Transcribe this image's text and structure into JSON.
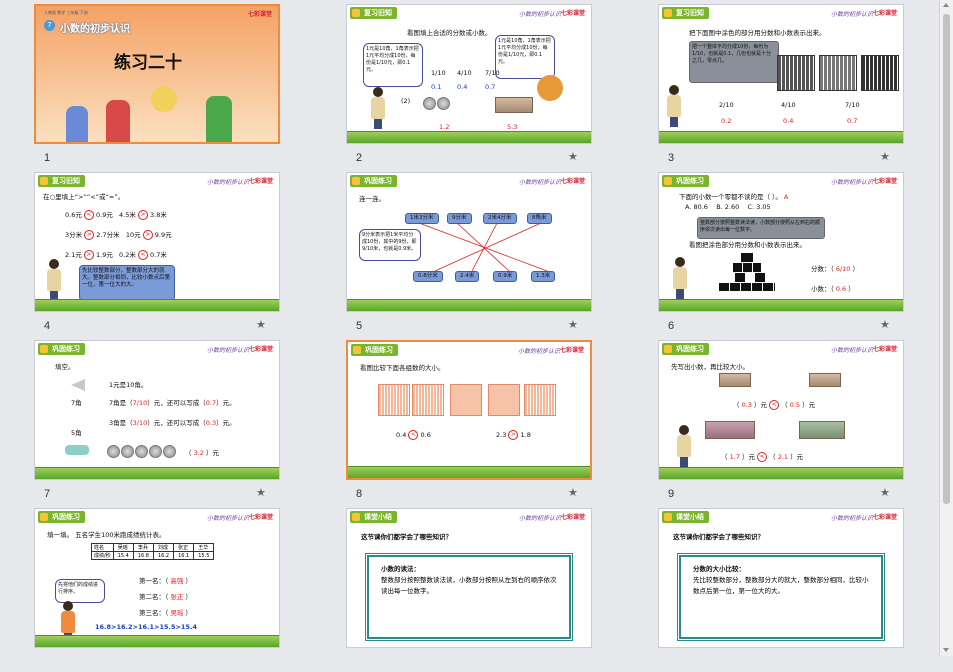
{
  "slides": [
    {
      "num": "1",
      "title": "小数的初步认识",
      "subtitle": "练习二十",
      "publisher": "人教版 数学 三年级 下册",
      "chapter": "7"
    },
    {
      "num": "2",
      "header": "复习旧知",
      "question": "看图填上合适的分数或小数。",
      "left_note": "1元是10角，1角表示把1元平均分成10份，每份是1/10元，即0.1元。",
      "right_note": "1元是10角，1角表示把1元平均分成10份，每份是1/10元，即0.1元。",
      "fracs": [
        "1/10",
        "4/10",
        "7/10"
      ],
      "decs": [
        "0.1",
        "0.4",
        "0.7"
      ],
      "unit": "元",
      "q2": "(2)",
      "a1": "1.2",
      "a2": "5.3"
    },
    {
      "num": "3",
      "header": "复习旧知",
      "question": "把下面图中涂色的部分用分数和小数表示出来。",
      "bubble": "把一个整体平均分成10份，每份为1/10，也就是0.1，几份也就是十分之几，零点几。",
      "fracs": [
        "2/10",
        "4/10",
        "7/10"
      ],
      "decs": [
        "0.2",
        "0.4",
        "0.7"
      ]
    },
    {
      "num": "4",
      "header": "复习旧知",
      "question": "在○里填上“>”“<”或“=”。",
      "rows": [
        [
          "0.6元",
          "<",
          "0.9元",
          "4.5米",
          ">",
          "3.8米"
        ],
        [
          "3分米",
          ">",
          "2.7分米",
          "10元",
          ">",
          "9.9元"
        ],
        [
          "2.1元",
          ">",
          "1.9元",
          "0.2米",
          "<",
          "0.7米"
        ]
      ],
      "tip": "先比较整数部分，整数部分大的就大。整数部分相同，比较小数点后第一位，第一位大的大。"
    },
    {
      "num": "5",
      "header": "巩固练习",
      "question": "连一连。",
      "top": [
        "1米3分米",
        "9分米",
        "2米4分米",
        "8角米"
      ],
      "bottom": [
        "0.8分米",
        "2.4米",
        "0.9米",
        "1.3米"
      ],
      "bubble": "9分米表示把1米平均分成10份，其中的9份，即9/10米，也就是0.9米。"
    },
    {
      "num": "6",
      "header": "巩固练习",
      "q1": "下面的小数一个零都不读的是（  ）。",
      "ans1": "A",
      "options": [
        "A. 80.6",
        "B. 2.60",
        "C. 3.05"
      ],
      "tip": "整数部分按照整数读法读，小数部分按照从左到右的顺序依次读出每一位数字。",
      "q2": "看图把涂色部分用分数和小数表示出来。",
      "fr_label": "分数：",
      "fr": "6/10",
      "dec_label": "小数：",
      "dec": "0.6"
    },
    {
      "num": "7",
      "header": "巩固练习",
      "question": "填空。",
      "l1": "1元是10角。",
      "l2a": "7角是（",
      "l2b": "）元，还可以写成（",
      "l2c": "）元。",
      "f2": "7/10",
      "d2": "0.7",
      "l3a": "3角是（",
      "l3b": "）元，还可以写成（",
      "l3c": "）元。",
      "f3": "3/10",
      "d3": "0.3",
      "r4": "3.2",
      "unit": "元",
      "m1": "7角",
      "m2": "5角"
    },
    {
      "num": "8",
      "header": "巩固练习",
      "question": "看图比较下面各组数的大小。",
      "c1": [
        "0.4",
        "<",
        "0.6"
      ],
      "c2": [
        "2.3",
        ">",
        "1.8"
      ]
    },
    {
      "num": "9",
      "header": "巩固练习",
      "question": "先写出小数，再比较大小。",
      "r1": [
        "0.3",
        "元",
        "<",
        "0.5",
        "元"
      ],
      "r2": [
        "1.7",
        "元",
        "<",
        "2.1",
        "元"
      ]
    },
    {
      "num": "10",
      "header": "巩固练习",
      "question": "填一填。 五名学生100米跑成绩统计表。",
      "table_head": [
        "姓名",
        "吴瑶",
        "李兵",
        "刘成",
        "张正",
        "王华"
      ],
      "table_row": [
        "成绩/秒",
        "15.4",
        "16.8",
        "16.2",
        "16.1",
        "15.5"
      ],
      "ranks": [
        [
          "第一名：（",
          "高强",
          "）"
        ],
        [
          "第二名：（",
          "张正",
          "）"
        ],
        [
          "第三名：（",
          "吴瑶",
          "）"
        ]
      ],
      "tip": "先将他们的成绩进行排序。",
      "order": "16.8>16.2>16.1>15.5>15.4"
    },
    {
      "num": "11",
      "header": "课堂小结",
      "question": "这节课你们都学会了哪些知识？",
      "box_title": "小数的读法：",
      "box_text": "整数部分按照整数读法读，小数部分按照从左到右的顺序依次读出每一位数字。"
    },
    {
      "num": "12",
      "header": "课堂小结",
      "question": "这节课你们都学会了哪些知识？",
      "box_title": "分数的大小比较：",
      "box_text": "先比较整数部分，整数部分大的就大，整数部分相同，比较小数点后第一位，第一位大的大。"
    }
  ],
  "common": {
    "brand": "小数的初步认识",
    "logo": "七彩课堂",
    "star": "★"
  }
}
